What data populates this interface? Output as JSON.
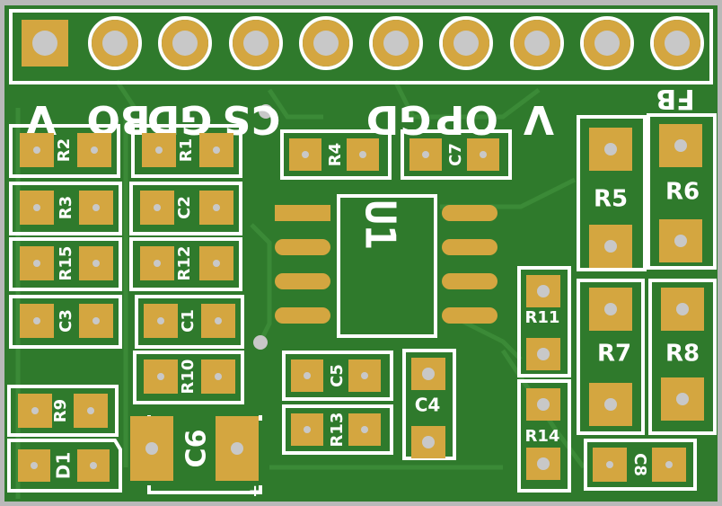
{
  "colors": {
    "board": "#2f7a2c",
    "trace": "#3b8a37",
    "pad": "#d4a640",
    "hole": "#c8c8c8",
    "silk": "#ffffff",
    "background": "#b9b9b9"
  },
  "header_pins": {
    "labels": [
      "V",
      "BO",
      "GD",
      "CS",
      "OP",
      "GD",
      "V",
      "FB"
    ]
  },
  "components": {
    "R1": "R1",
    "R2": "R2",
    "R3": "R3",
    "R4": "R4",
    "R5": "R5",
    "R6": "R6",
    "R7": "R7",
    "R8": "R8",
    "R9": "R9",
    "R10": "R10",
    "R11": "R11",
    "R12": "R12",
    "R13": "R13",
    "R14": "R14",
    "R15": "R15",
    "C1": "C1",
    "C2": "C2",
    "C3": "C3",
    "C4": "C4",
    "C5": "C5",
    "C6": "C6",
    "C7": "C7",
    "C8": "C8",
    "D1": "D1",
    "U1": "U1",
    "C6_polarity": "+"
  }
}
